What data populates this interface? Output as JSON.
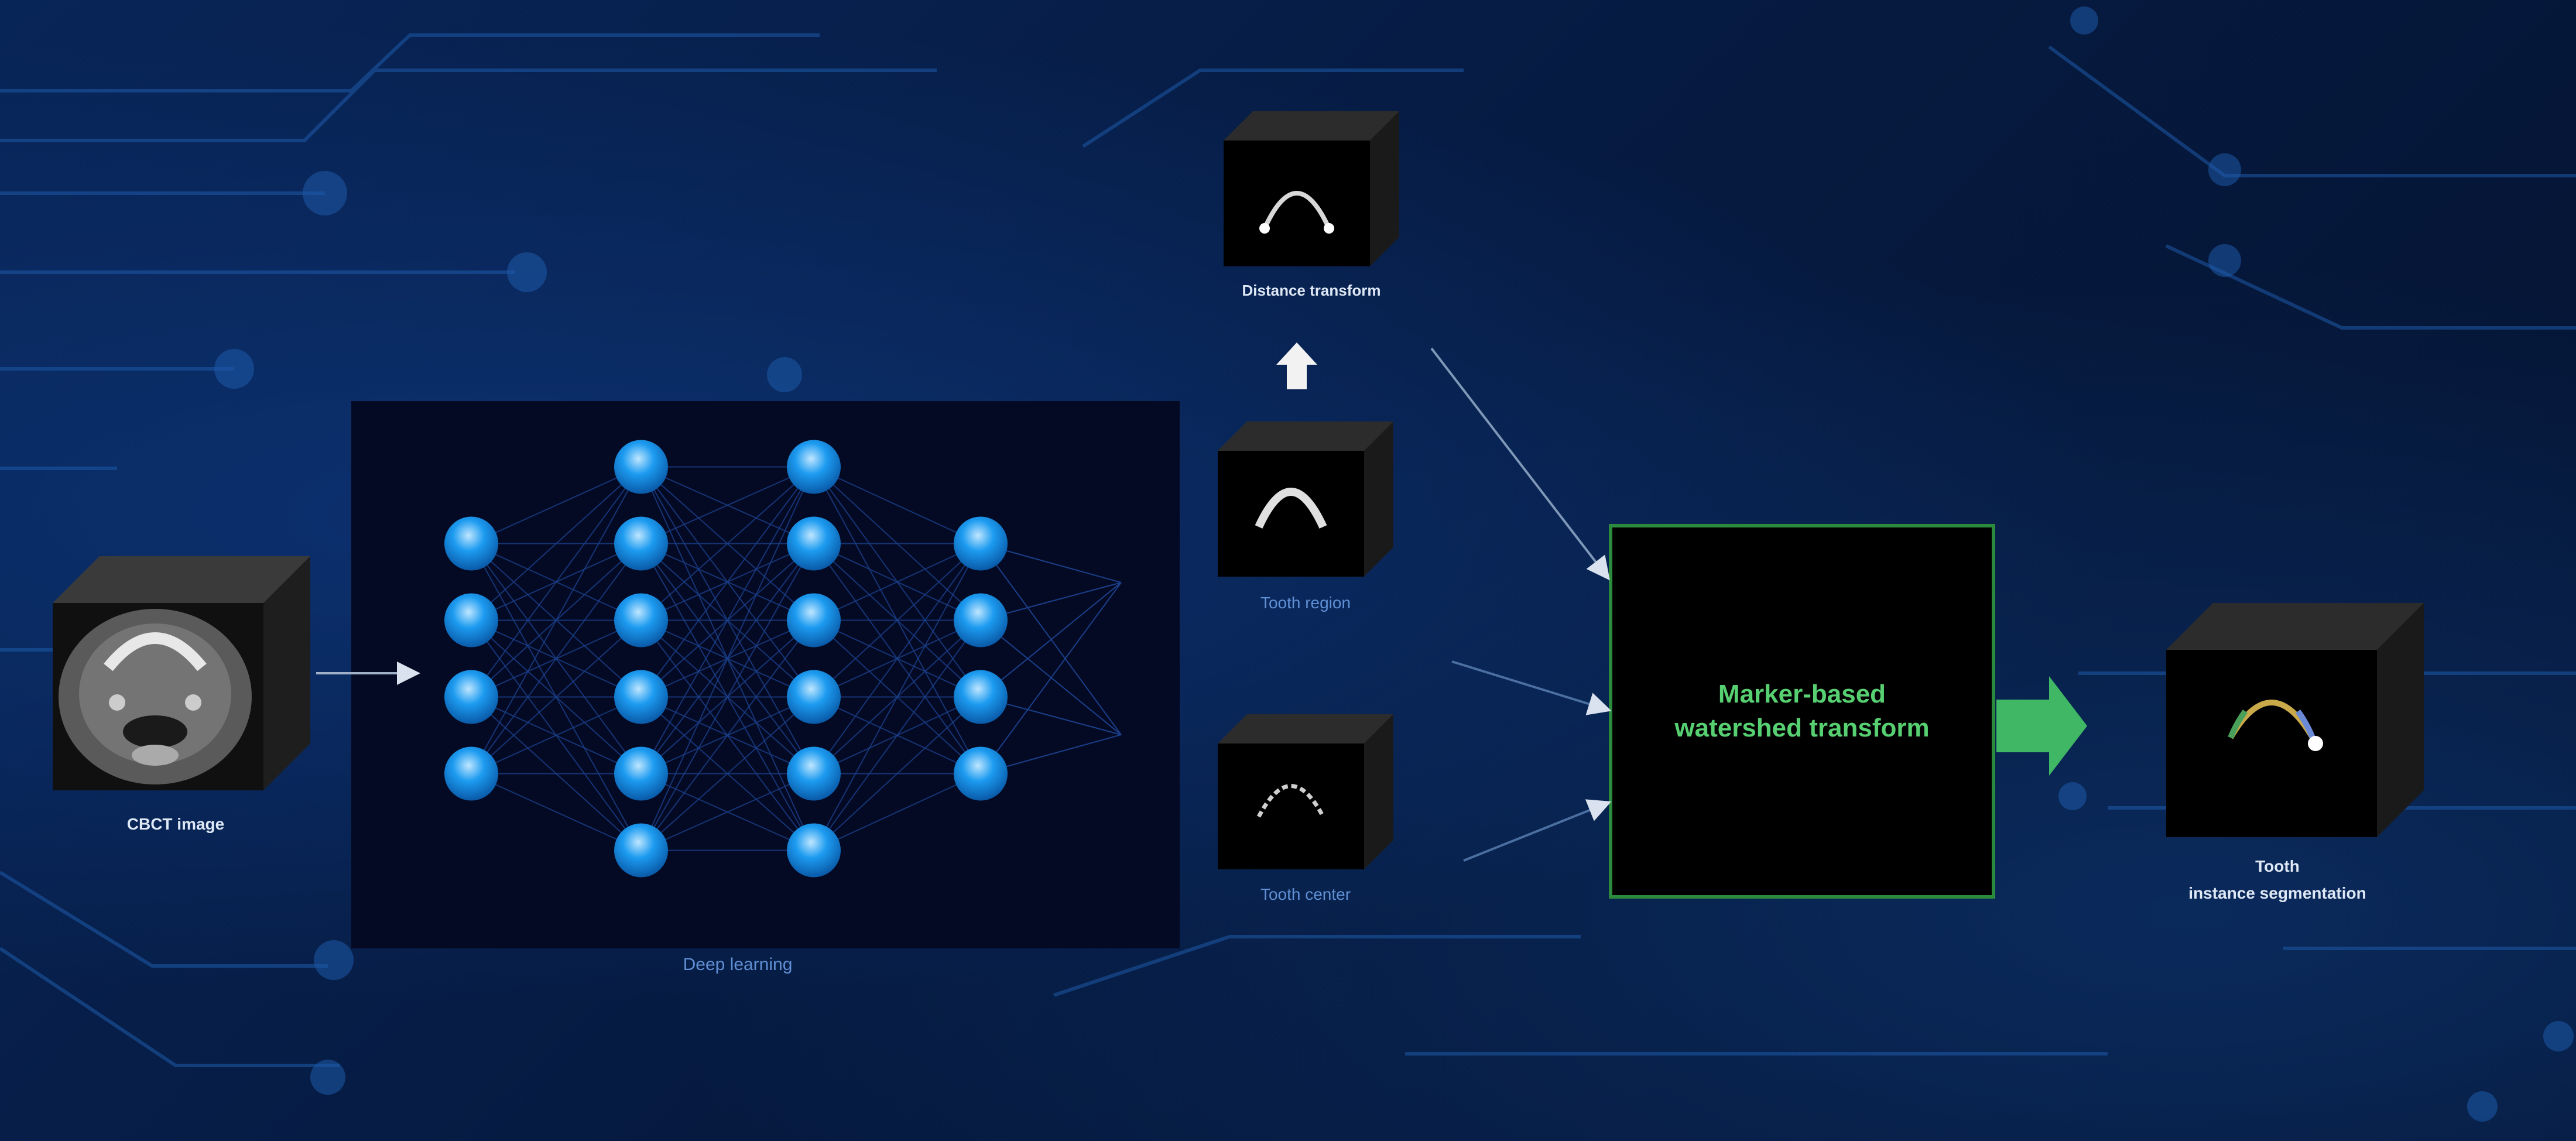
{
  "diagram": {
    "nodes": {
      "cbct_image": {
        "label": "CBCT image"
      },
      "deep_learning": {
        "label": "Deep learning"
      },
      "distance_transform": {
        "label": "Distance transform"
      },
      "tooth_region": {
        "label": "Tooth region"
      },
      "tooth_center": {
        "label": "Tooth center"
      },
      "watershed": {
        "label": "Marker-based\nwatershed transform"
      },
      "output": {
        "label_line1": "Tooth",
        "label_line2": "instance segmentation"
      }
    },
    "edges": [
      {
        "from": "cbct_image",
        "to": "deep_learning"
      },
      {
        "from": "tooth_region",
        "to": "distance_transform"
      },
      {
        "from": "distance_transform",
        "to": "watershed"
      },
      {
        "from": "tooth_region",
        "to": "watershed"
      },
      {
        "from": "tooth_center",
        "to": "watershed"
      },
      {
        "from": "watershed",
        "to": "output"
      }
    ],
    "neural_network": {
      "layers": [
        4,
        6,
        6,
        4
      ],
      "output_arrows": 2
    },
    "colors": {
      "background": "#061a3d",
      "panel": "#040a24",
      "neuron": "#1c9bf0",
      "watershed_border": "#2c8a3d",
      "watershed_text": "#57d072",
      "flow_arrow": "#3fb765",
      "label": "#5f8fd4"
    }
  }
}
